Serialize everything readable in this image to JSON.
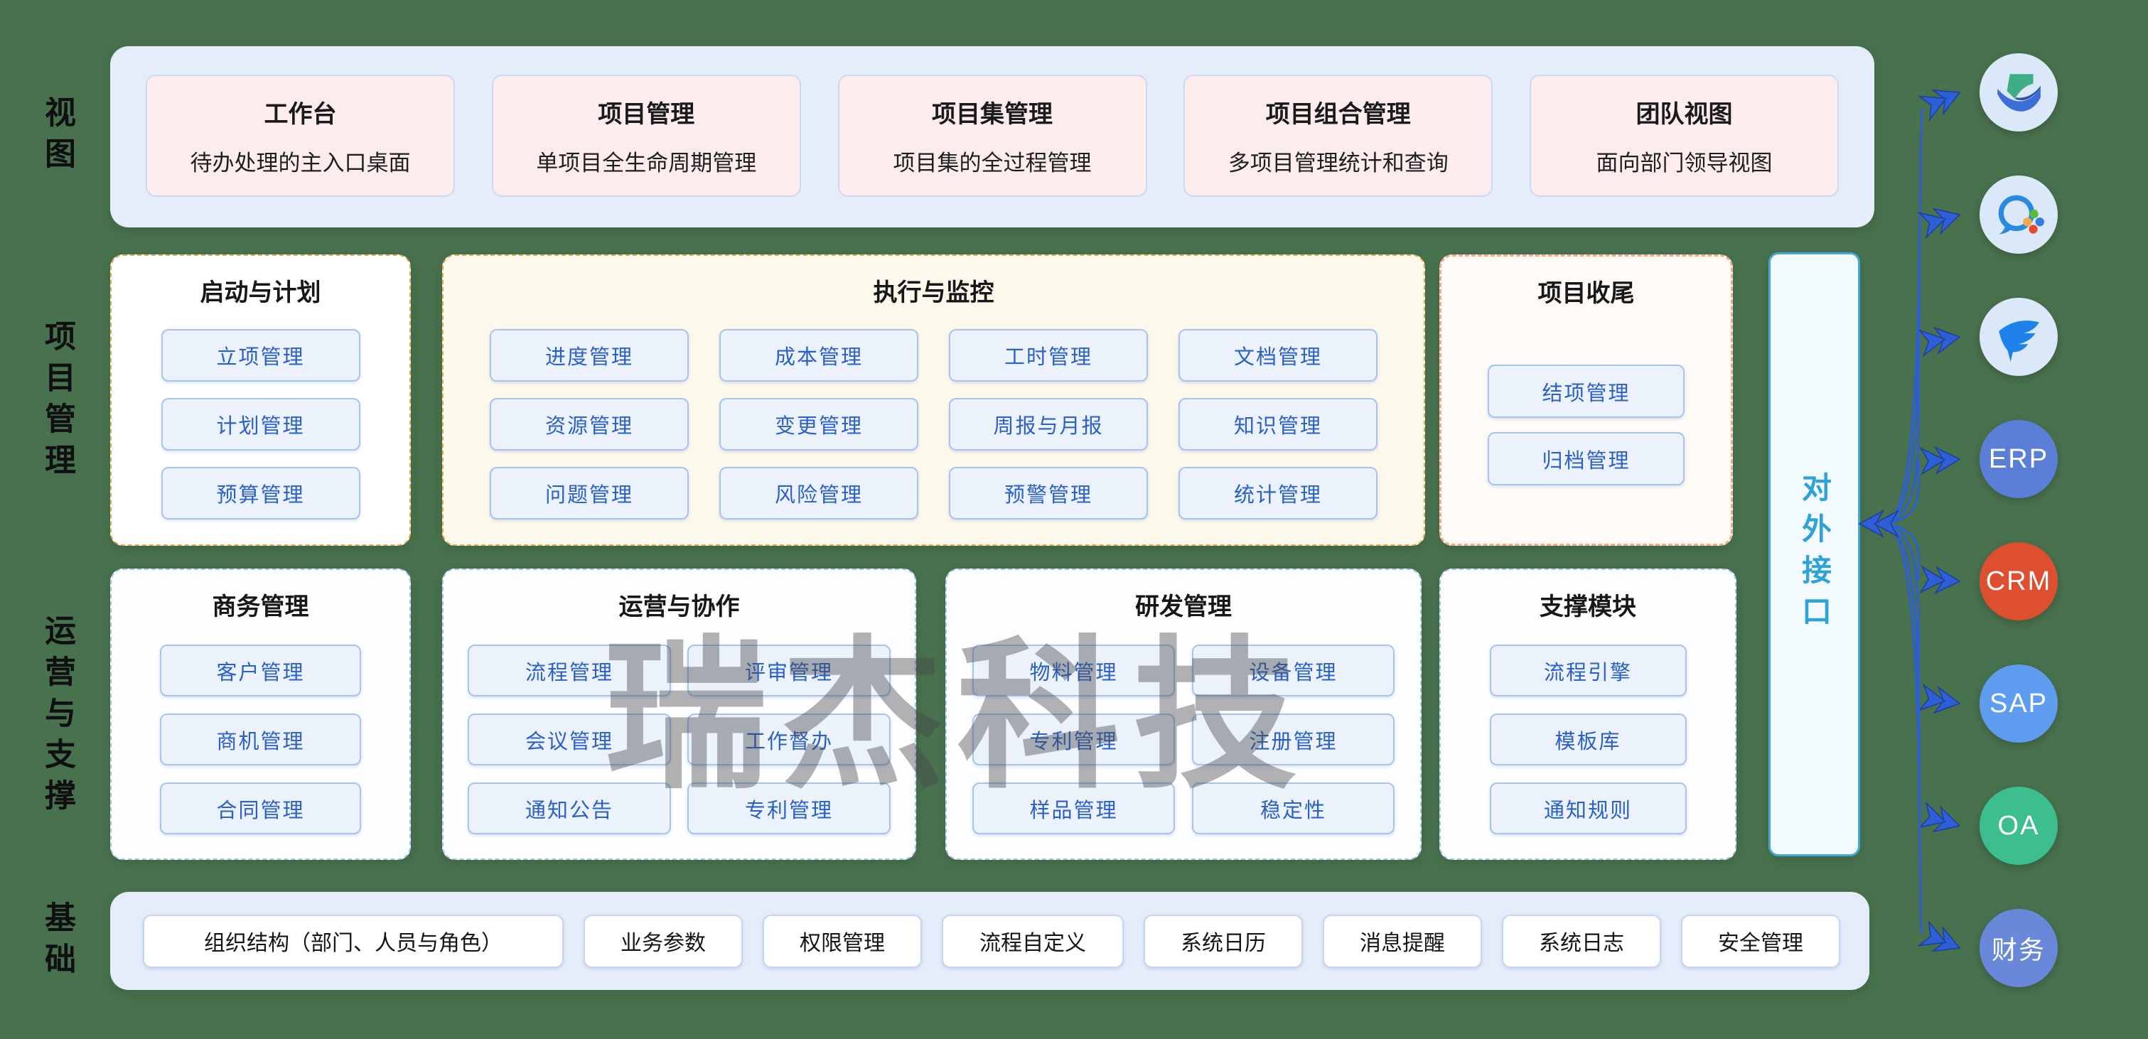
{
  "stage": {
    "background": "#48714E",
    "watermark": "瑞杰科技"
  },
  "left_labels": {
    "view": "视图",
    "pm": "项目管理",
    "ops": "运营与支撑",
    "base": "基础"
  },
  "views": {
    "cards": [
      {
        "title": "工作台",
        "desc": "待办处理的主入口桌面"
      },
      {
        "title": "项目管理",
        "desc": "单项目全生命周期管理"
      },
      {
        "title": "项目集管理",
        "desc": "项目集的全过程管理"
      },
      {
        "title": "项目组合管理",
        "desc": "多项目管理统计和查询"
      },
      {
        "title": "团队视图",
        "desc": "面向部门领导视图"
      }
    ]
  },
  "pm_row": {
    "start": {
      "title": "启动与计划",
      "items": [
        "立项管理",
        "计划管理",
        "预算管理"
      ]
    },
    "exec": {
      "title": "执行与监控",
      "items": [
        "进度管理",
        "成本管理",
        "工时管理",
        "文档管理",
        "资源管理",
        "变更管理",
        "周报与月报",
        "知识管理",
        "问题管理",
        "风险管理",
        "预警管理",
        "统计管理"
      ]
    },
    "close": {
      "title": "项目收尾",
      "items": [
        "结项管理",
        "归档管理"
      ]
    }
  },
  "ops_row": {
    "biz": {
      "title": "商务管理",
      "items": [
        "客户管理",
        "商机管理",
        "合同管理"
      ]
    },
    "collab": {
      "title": "运营与协作",
      "items": [
        "流程管理",
        "评审管理",
        "会议管理",
        "工作督办",
        "通知公告",
        "专利管理"
      ]
    },
    "rd": {
      "title": "研发管理",
      "items": [
        "物料管理",
        "设备管理",
        "专利管理",
        "注册管理",
        "样品管理",
        "稳定性"
      ]
    },
    "support": {
      "title": "支撑模块",
      "items": [
        "流程引擎",
        "模板库",
        "通知规则"
      ]
    }
  },
  "base_row": {
    "items": [
      "组织结构（部门、人员与角色）",
      "业务参数",
      "权限管理",
      "流程自定义",
      "系统日历",
      "消息提醒",
      "系统日志",
      "安全管理"
    ]
  },
  "gateway": {
    "label": "对外接口",
    "border_color": "#45A7D8",
    "text_color": "#2FA3D6"
  },
  "integrations": {
    "arrow_color": "#2E5FD6",
    "items": [
      {
        "kind": "logo",
        "name": "feishu"
      },
      {
        "kind": "logo",
        "name": "wecom"
      },
      {
        "kind": "logo",
        "name": "dingtalk"
      },
      {
        "kind": "text",
        "label": "ERP",
        "bg": "#5B7FD7"
      },
      {
        "kind": "text",
        "label": "CRM",
        "bg": "#DD4F2E"
      },
      {
        "kind": "text",
        "label": "SAP",
        "bg": "#5E9CF0"
      },
      {
        "kind": "text",
        "label": "OA",
        "bg": "#3DBE8F"
      },
      {
        "kind": "text",
        "label": "财务",
        "bg": "#6A88D9"
      }
    ]
  }
}
